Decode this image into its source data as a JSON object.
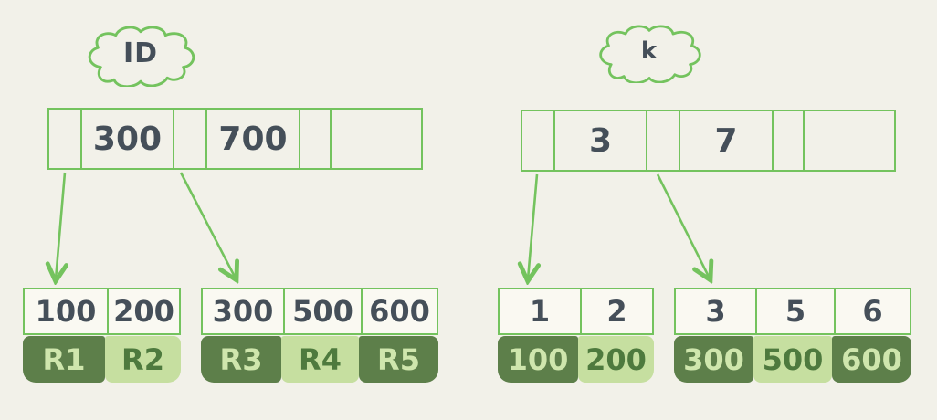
{
  "palette": {
    "background": "#f2f1e9",
    "stroke_green": "#74c35e",
    "block_dark_green": "#5d7f4a",
    "block_light_green": "#c6dfa0",
    "text_dark_slate": "#454f59",
    "text_on_dark_block": "#cfe6ad",
    "text_on_light_block": "#4e7a3e",
    "key_cell_background": "#faf9f2"
  },
  "trees": [
    {
      "cloud_label": "ID",
      "root_cells": [
        "",
        "300",
        "",
        "700",
        "",
        ""
      ],
      "leaves": [
        {
          "keys": [
            "100",
            "200"
          ],
          "values": [
            "R1",
            "R2"
          ]
        },
        {
          "keys": [
            "300",
            "500",
            "600"
          ],
          "values": [
            "R3",
            "R4",
            "R5"
          ]
        }
      ]
    },
    {
      "cloud_label": "k",
      "root_cells": [
        "",
        "3",
        "",
        "7",
        "",
        ""
      ],
      "leaves": [
        {
          "keys": [
            "1",
            "2"
          ],
          "values": [
            "100",
            "200"
          ]
        },
        {
          "keys": [
            "3",
            "5",
            "6"
          ],
          "values": [
            "300",
            "500",
            "600"
          ]
        }
      ]
    }
  ]
}
